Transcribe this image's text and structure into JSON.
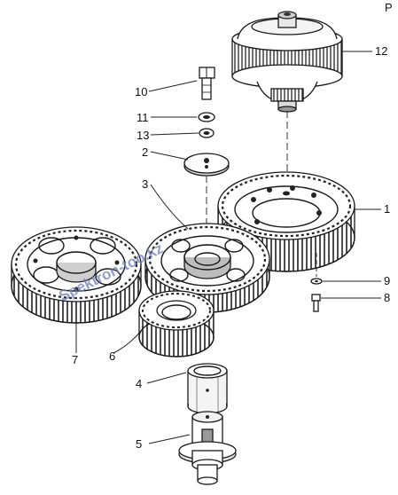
{
  "diagram": {
    "parts": [
      {
        "label": "1",
        "name": "large-gear"
      },
      {
        "label": "2",
        "name": "washer-plate"
      },
      {
        "label": "3",
        "name": "intermediate-gear"
      },
      {
        "label": "4",
        "name": "bushing"
      },
      {
        "label": "5",
        "name": "axle-shaft"
      },
      {
        "label": "6",
        "name": "small-gear"
      },
      {
        "label": "7",
        "name": "left-gear"
      },
      {
        "label": "8",
        "name": "bolt"
      },
      {
        "label": "9",
        "name": "washer"
      },
      {
        "label": "10",
        "name": "top-bolt"
      },
      {
        "label": "11",
        "name": "lock-washer"
      },
      {
        "label": "12",
        "name": "top-drum-assembly"
      },
      {
        "label": "13",
        "name": "spacer-washer"
      }
    ],
    "watermark": "Spektron-too.kz",
    "corner_mark": "P"
  }
}
